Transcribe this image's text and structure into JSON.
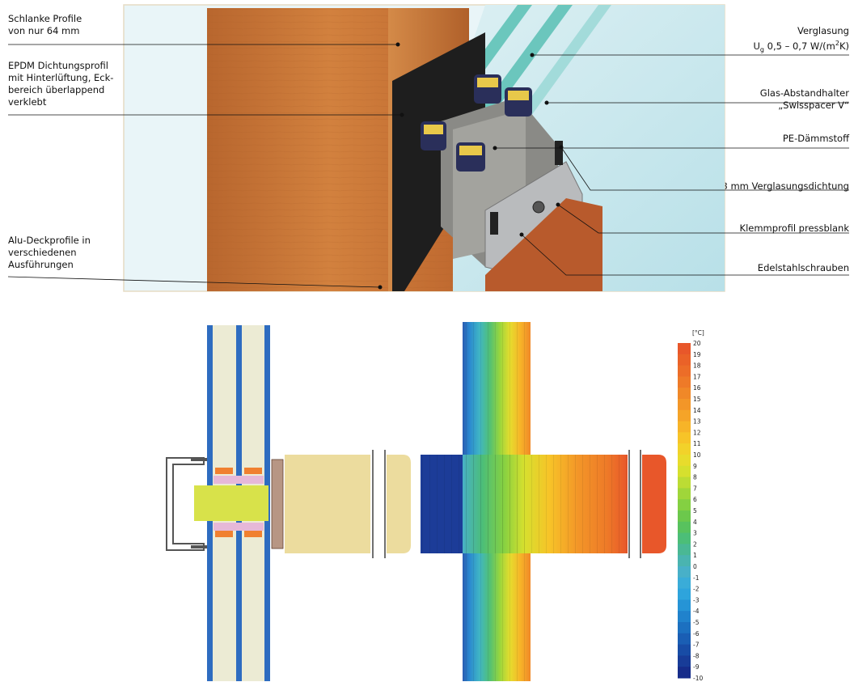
{
  "labels_left": [
    {
      "id": "profile",
      "lines": [
        "Schlanke Profile",
        "von nur 64 mm"
      ]
    },
    {
      "id": "epdm",
      "lines": [
        "EPDM Dichtungsprofil",
        "mit Hinterlüftung, Eck-",
        "bereich überlappend",
        "verklebt"
      ]
    },
    {
      "id": "alu",
      "lines": [
        "Alu-Deckprofile in",
        "verschiedenen",
        "Ausführungen"
      ]
    }
  ],
  "labels_right": [
    {
      "id": "glazing",
      "title": "Verglasung",
      "u_symbol": "U",
      "u_sub": "g",
      "u_value": " 0,5 – 0,7 W/(m",
      "u_sup": "2",
      "u_tail": "K)"
    },
    {
      "id": "spacer",
      "lines": [
        "Glas-Abstandhalter",
        "„Swisspacer V“"
      ]
    },
    {
      "id": "pe",
      "lines": [
        "PE-Dämmstoff"
      ]
    },
    {
      "id": "seal",
      "lines": [
        "3 mm Verglasungsdichtung"
      ]
    },
    {
      "id": "clamp",
      "lines": [
        "Klemmprofil pressblank"
      ]
    },
    {
      "id": "screws",
      "lines": [
        "Edelstahlschrauben"
      ]
    }
  ],
  "temperature_scale": {
    "unit": "[°C]",
    "ticks": [
      "20",
      "19",
      "18",
      "17",
      "16",
      "15",
      "14",
      "13",
      "12",
      "11",
      "10",
      "9",
      "8",
      "7",
      "6",
      "5",
      "4",
      "3",
      "2",
      "1",
      "0",
      "-1",
      "-2",
      "-3",
      "-4",
      "-5",
      "-6",
      "-7",
      "-8",
      "-9",
      "-10"
    ],
    "colors": [
      "#e8572a",
      "#ea6228",
      "#ec6d28",
      "#ee7a28",
      "#f08828",
      "#f39628",
      "#f5a428",
      "#f7b428",
      "#f7c428",
      "#f2d22a",
      "#e8dc2c",
      "#d6e02e",
      "#bcdc34",
      "#a0d63a",
      "#84d042",
      "#6cc84c",
      "#58c25e",
      "#4cbe78",
      "#4ab894",
      "#4ab4b0",
      "#48b0c8",
      "#3aacd8",
      "#2ea4dc",
      "#2694d6",
      "#2082cc",
      "#1c70c0",
      "#1a5eb4",
      "#184ca6",
      "#183c98",
      "#162c8a"
    ]
  },
  "colors": {
    "wood": "#c8753a",
    "glass": "#bfe6ea",
    "glass_edge": "#48b8a8",
    "frame": "#2a2a2a",
    "insulation": "#e8d89a",
    "section_glass_blue": "#2e6cc0",
    "section_glass_fill": "#ecebd4",
    "core": "#d8e24a"
  }
}
